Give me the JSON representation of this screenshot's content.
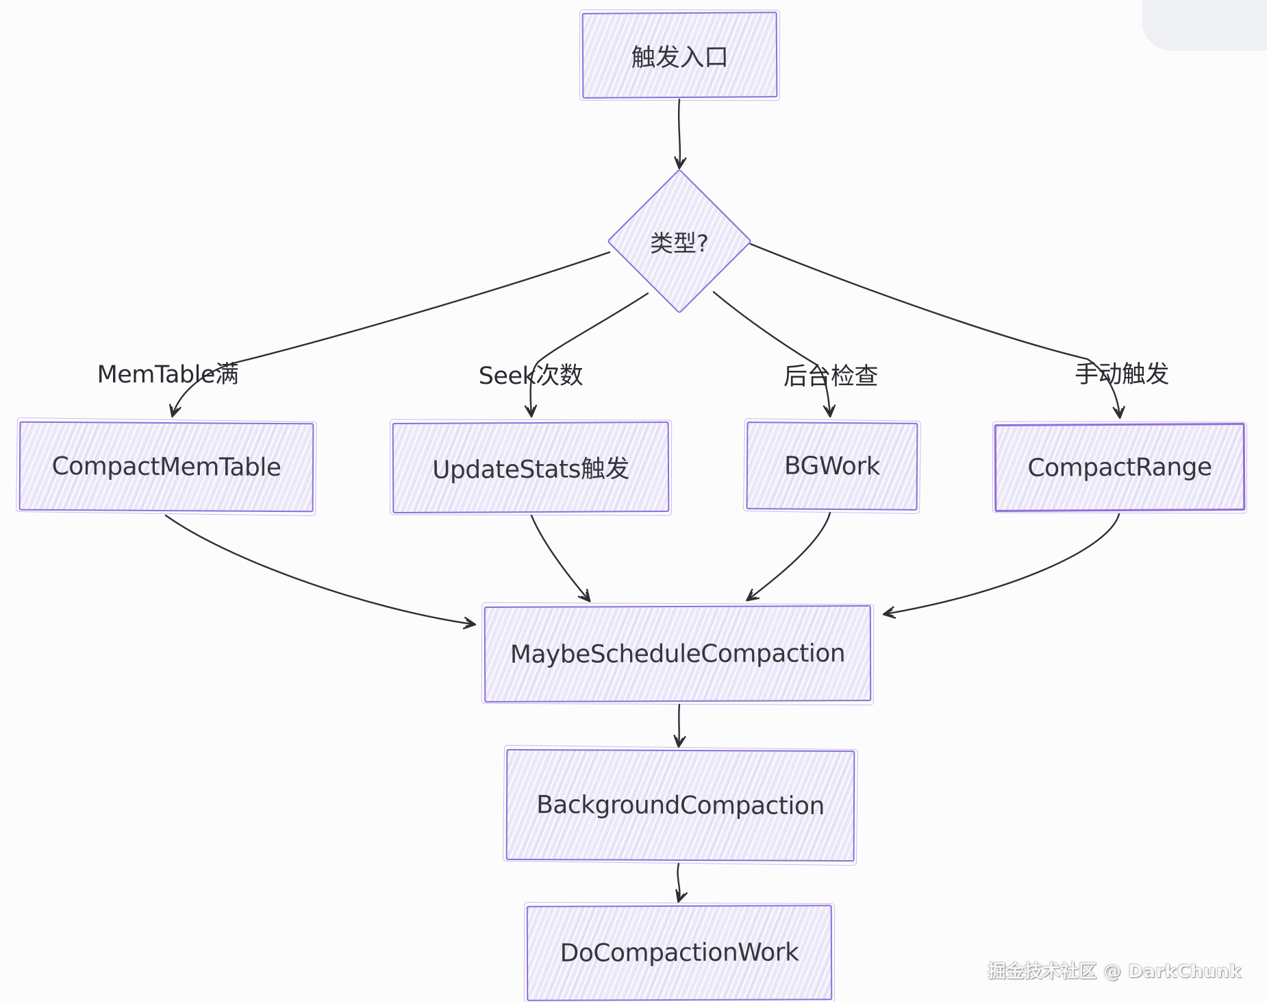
{
  "diagram": {
    "nodes": {
      "trigger": "触发入口",
      "decision": "类型?",
      "compact_memtable": "CompactMemTable",
      "update_stats": "UpdateStats触发",
      "bgwork": "BGWork",
      "compact_range": "CompactRange",
      "maybe_schedule": "MaybeScheduleCompaction",
      "background_compaction": "BackgroundCompaction",
      "do_compaction_work": "DoCompactionWork"
    },
    "edge_labels": [
      "MemTable满",
      "Seek次数",
      "后台检查",
      "手动触发"
    ],
    "colors": {
      "node_border": "#8f6fd8",
      "node_fill": "#eae7f8",
      "arrow": "#2e2e33",
      "text": "#35353b",
      "background": "#fcfcfd"
    }
  },
  "watermark": {
    "text": "掘金技术社区 @ DarkChunk"
  }
}
